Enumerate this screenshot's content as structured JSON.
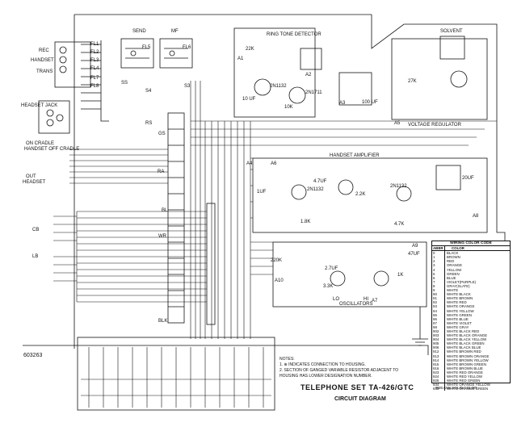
{
  "diagram": {
    "title": "TELEPHONE SET TA-426/GTC",
    "subtitle": "CIRCUIT DIAGRAM",
    "doc_number": "603263",
    "notes": {
      "heading": "NOTES:",
      "lines": [
        "1.  ⊕ INDICATES CONNECTION TO HOUSING.",
        "2.  SECTION OF GANGED VARIABLE RESISTOR ADJACENT TO",
        "     HOUSING HAS LOWER DESIGNATION NUMBER."
      ]
    },
    "labels": {
      "handset_top": "HANDSET",
      "rec": "REC",
      "trans": "TRANS",
      "headset_jack": "HEADSET JACK",
      "on_cradle": "ON CRADLE",
      "handset_off_cradle": "HANDSET OFF CRADLE",
      "out": "OUT",
      "headset": "HEADSET",
      "cb": "CB",
      "lb": "LB",
      "send": "SEND",
      "mf": "MF",
      "ring_tone_detector": "RING TONE DETECTOR",
      "solvent": "SOLVENT",
      "voltage_regulator": "VOLTAGE REGULATOR",
      "handset_amplifier": "HANDSET AMPLIFIER",
      "oscillators": "OSCILLATORS",
      "a1": "A1",
      "a2": "A2",
      "a3": "A3",
      "a4": "A4",
      "a5": "A5",
      "a6": "A6",
      "a7": "A7",
      "a8": "A8",
      "a9": "A9",
      "a10": "A10",
      "fl1": "FL1",
      "fl2": "FL2",
      "fl3": "FL3",
      "fl4": "FL4",
      "fl5": "FL5",
      "fl6": "FL6",
      "fl7": "FL7",
      "fl8": "FL8",
      "q1": "2N1132",
      "q2": "2N1711",
      "q3": "2N1132",
      "q4": "2N1132",
      "r1": "22K",
      "r2": "10K",
      "r3": "2.2K",
      "r4": "4.7K",
      "r5": "1.8K",
      "r6": "220K",
      "r7": "1K",
      "r8": "27K",
      "r9": "3.3K",
      "c1": "10 UF",
      "c2": "100 UF",
      "c3": "4.7UF",
      "c4": "2.7UF",
      "c5": "1UF",
      "c6": "47UF",
      "c7": "20UF",
      "ss": "SS",
      "s3": "S3",
      "s4": "S4",
      "rs": "RS",
      "bl": "BL",
      "ra": "RA",
      "gs": "GS",
      "lo": "LO",
      "hi": "HI",
      "wr": "WR",
      "blk": "BLK"
    },
    "wire_color_code": {
      "heading": "WIRING COLOR CODE",
      "col_abbr": "ABBR",
      "col_color": "COLOR",
      "rows": [
        [
          "0",
          "BLACK"
        ],
        [
          "1",
          "BROWN"
        ],
        [
          "2",
          "RED"
        ],
        [
          "3",
          "ORANGE"
        ],
        [
          "4",
          "YELLOW"
        ],
        [
          "5",
          "GREEN"
        ],
        [
          "6",
          "BLUE"
        ],
        [
          "7",
          "VIOLET(PURPLE)"
        ],
        [
          "8",
          "GRAY(SLATE)"
        ],
        [
          "9",
          "WHITE"
        ],
        [
          "90",
          "WHITE BLACK"
        ],
        [
          "91",
          "WHITE BROWN"
        ],
        [
          "92",
          "WHITE RED"
        ],
        [
          "93",
          "WHITE ORANGE"
        ],
        [
          "94",
          "WHITE YELLOW"
        ],
        [
          "95",
          "WHITE GREEN"
        ],
        [
          "96",
          "WHITE BLUE"
        ],
        [
          "97",
          "WHITE VIOLET"
        ],
        [
          "98",
          "WHITE GRAY"
        ],
        [
          "902",
          "WHITE BLACK RED"
        ],
        [
          "903",
          "WHITE BLACK ORANGE"
        ],
        [
          "904",
          "WHITE BLACK YELLOW"
        ],
        [
          "905",
          "WHITE BLACK GREEN"
        ],
        [
          "906",
          "WHITE BLACK BLUE"
        ],
        [
          "912",
          "WHITE BROWN RED"
        ],
        [
          "913",
          "WHITE BROWN ORANGE"
        ],
        [
          "914",
          "WHITE BROWN YELLOW"
        ],
        [
          "915",
          "WHITE BROWN GREEN"
        ],
        [
          "916",
          "WHITE BROWN BLUE"
        ],
        [
          "923",
          "WHITE RED ORANGE"
        ],
        [
          "924",
          "WHITE RED YELLOW"
        ],
        [
          "925",
          "WHITE RED GREEN"
        ],
        [
          "934",
          "WHITE ORANGE YELLOW"
        ],
        [
          "935",
          "WHITE ORANGE GREEN"
        ]
      ],
      "footnote": "#MEANS SOLID COLOR"
    }
  }
}
